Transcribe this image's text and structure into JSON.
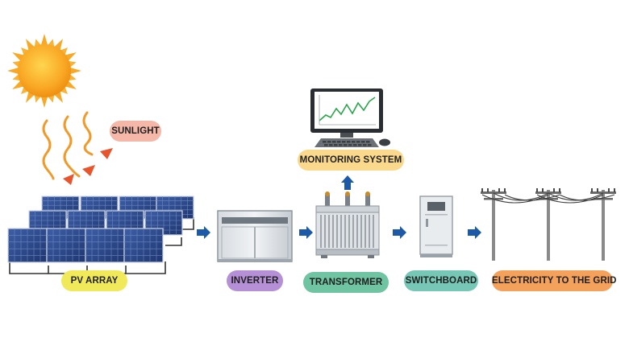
{
  "labels": {
    "sunlight": "SUNLIGHT",
    "monitoring": "MONITORING SYSTEM",
    "pv_array": "PV ARRAY",
    "inverter": "INVERTER",
    "transformer": "TRANSFORMER",
    "switchboard": "SWITCHBOARD",
    "grid": "ELECTRICITY TO THE GRID"
  },
  "colors": {
    "sunlight": "#f4b7a8",
    "monitoring": "#fbd98c",
    "pv_array": "#f0ea5a",
    "inverter": "#b590d6",
    "transformer": "#6fc4a2",
    "switchboard": "#76c7b6",
    "grid": "#f4a15b",
    "arrow": "#1c5aa8",
    "sun": "#f9a825",
    "panel": "#2b4a8c",
    "pole": "#8a8a8a"
  }
}
